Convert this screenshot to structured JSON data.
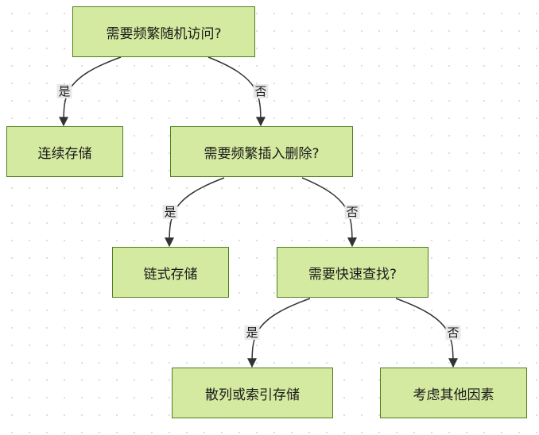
{
  "diagram": {
    "nodes": {
      "q1": "需要频繁随机访问?",
      "sequential": "连续存储",
      "q2": "需要频繁插入删除?",
      "linked": "链式存储",
      "q3": "需要快速查找?",
      "hash_index": "散列或索引存储",
      "other": "考虑其他因素"
    },
    "edges": [
      {
        "from": "q1",
        "to": "sequential",
        "label": "是"
      },
      {
        "from": "q1",
        "to": "q2",
        "label": "否"
      },
      {
        "from": "q2",
        "to": "linked",
        "label": "是"
      },
      {
        "from": "q2",
        "to": "q3",
        "label": "否"
      },
      {
        "from": "q3",
        "to": "hash_index",
        "label": "是"
      },
      {
        "from": "q3",
        "to": "other",
        "label": "否"
      }
    ],
    "colors": {
      "node_fill": "#d4eaa0",
      "node_border": "#4f7f1f",
      "edge": "#333333",
      "label_bg": "#e8e8e8"
    }
  }
}
